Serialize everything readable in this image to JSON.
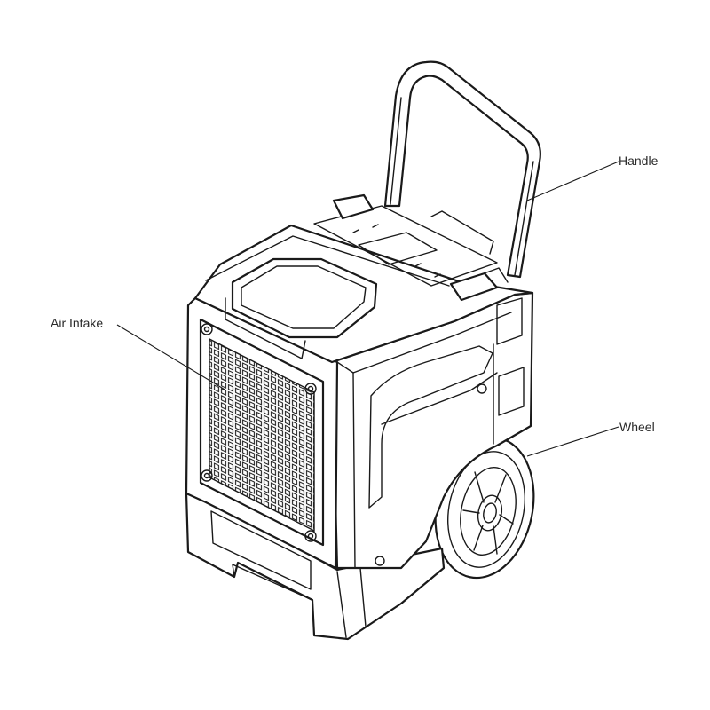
{
  "callouts": {
    "handle": "Handle",
    "air_intake": "Air Intake",
    "wheel": "Wheel"
  },
  "colors": {
    "line": "#1a1a1a",
    "background": "#ffffff",
    "label": "#2a2a2a"
  }
}
